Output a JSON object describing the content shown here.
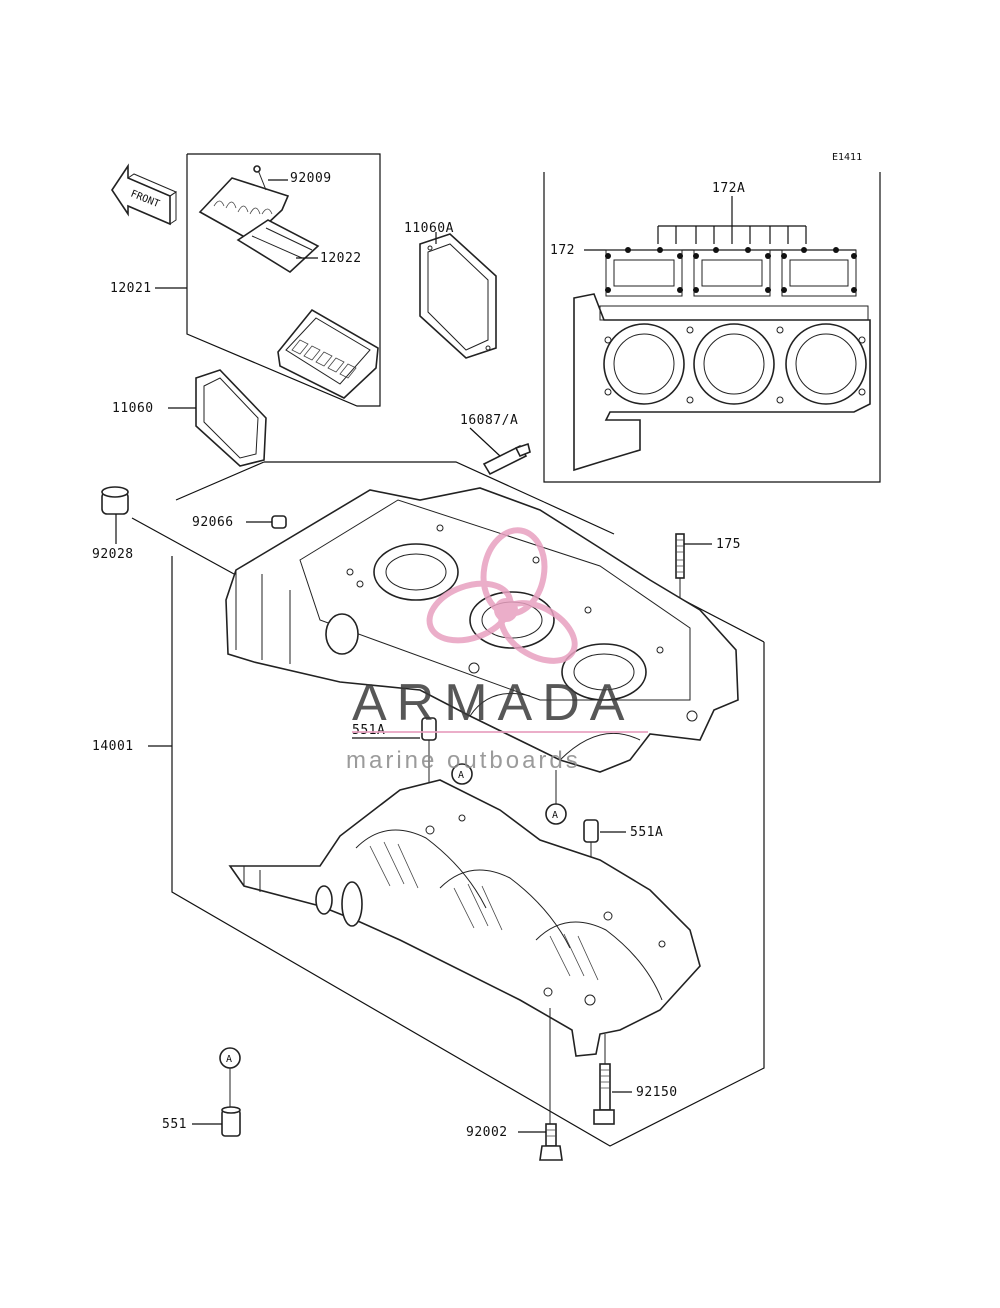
{
  "diagram_code": "E1411",
  "front_arrow_label": "FRONT",
  "callouts": {
    "p92009": "92009",
    "p12022": "12022",
    "p12021": "12021",
    "p11060A": "11060A",
    "p11060": "11060",
    "p172A": "172A",
    "p172": "172",
    "p16087A": "16087/A",
    "p92066": "92066",
    "p92028": "92028",
    "p175": "175",
    "p14001": "14001",
    "p551A_top": "551A",
    "p551A_right": "551A",
    "p551": "551",
    "p92150": "92150",
    "p92002": "92002"
  },
  "ref_markers": {
    "a1": "A",
    "a2": "A",
    "a3": "A"
  },
  "watermark": {
    "brand": "ARMADA",
    "tagline": "marine outboards",
    "accent_color": "#e8a0c0"
  }
}
